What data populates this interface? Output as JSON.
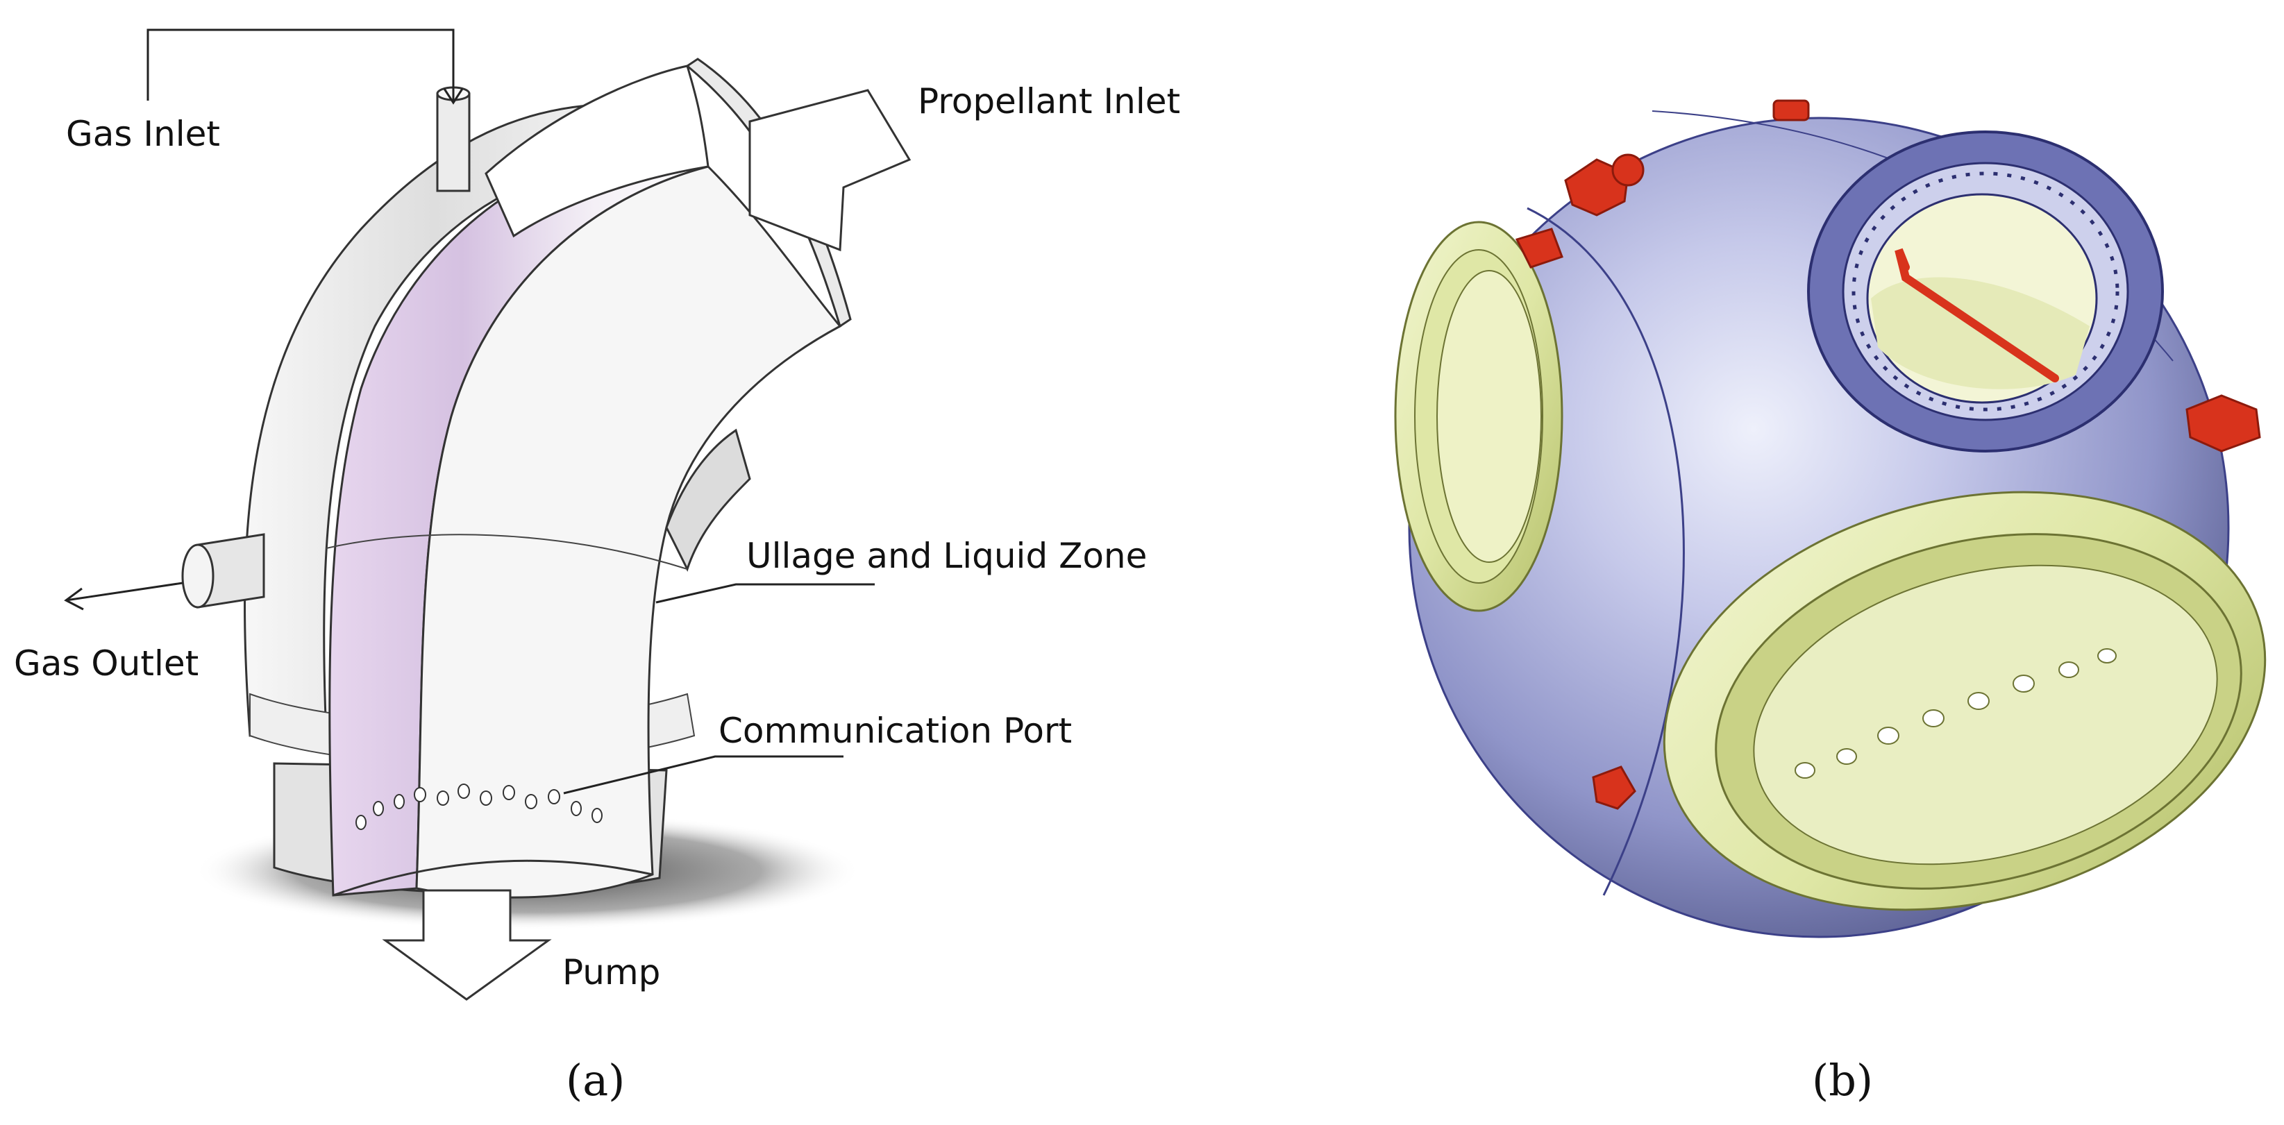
{
  "panel_a": {
    "labels": {
      "gas_inlet": "Gas Inlet",
      "propellant_inlet": "Propellant Inlet",
      "ullage_zone": "Ullage and Liquid Zone",
      "gas_outlet": "Gas Outlet",
      "communication_port": "Communication Port",
      "pump": "Pump"
    },
    "caption": "(a)"
  },
  "panel_b": {
    "caption": "(b)"
  },
  "colors": {
    "channel_purple": "#d9c8e4",
    "shell_gray": "#eeeeee",
    "sphere_blue": "#9a9fd0",
    "fitting_green": "#dfe7a6",
    "fitting_red": "#d8331c"
  }
}
